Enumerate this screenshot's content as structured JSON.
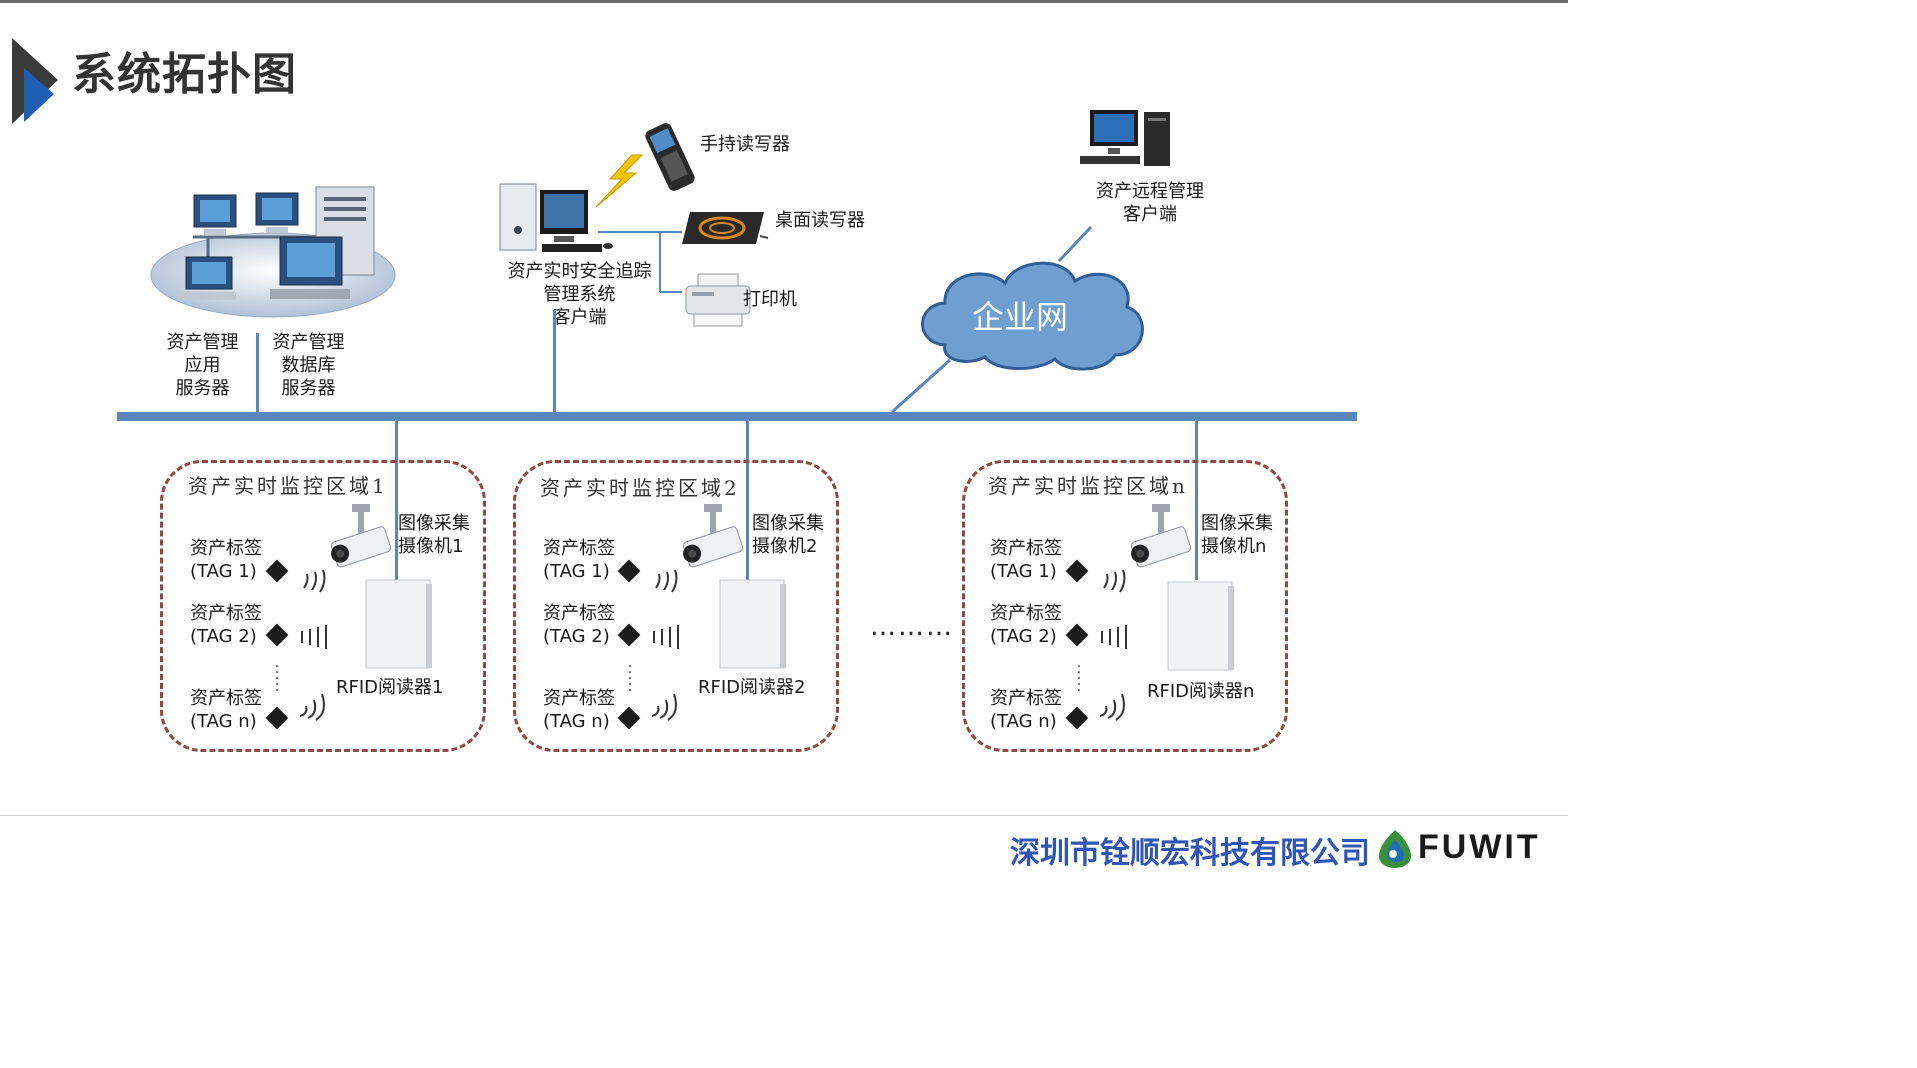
{
  "title": "系统拓扑图",
  "server": {
    "app_label": "资产管理\n应用\n服务器",
    "db_label": "资产管理\n数据库\n服务器"
  },
  "client": {
    "label": "资产实时安全追踪\n管理系统\n客户端"
  },
  "devices": {
    "handheld": "手持读写器",
    "desktop_reader": "桌面读写器",
    "printer": "打印机"
  },
  "remote": {
    "label": "资产远程管理\n客户端"
  },
  "cloud": {
    "label": "企业网"
  },
  "zones": [
    {
      "title": "资产实时监控区域1",
      "camera": "图像采集\n摄像机1",
      "reader": "RFID阅读器1",
      "tags": [
        {
          "name": "资产标签",
          "id": "(TAG 1)"
        },
        {
          "name": "资产标签",
          "id": "(TAG 2)"
        },
        {
          "name": "资产标签",
          "id": "(TAG n)"
        }
      ]
    },
    {
      "title": "资产实时监控区域2",
      "camera": "图像采集\n摄像机2",
      "reader": "RFID阅读器2",
      "tags": [
        {
          "name": "资产标签",
          "id": "(TAG 1)"
        },
        {
          "name": "资产标签",
          "id": "(TAG 2)"
        },
        {
          "name": "资产标签",
          "id": "(TAG n)"
        }
      ]
    },
    {
      "title": "资产实时监控区域n",
      "camera": "图像采集\n摄像机n",
      "reader": "RFID阅读器n",
      "tags": [
        {
          "name": "资产标签",
          "id": "(TAG 1)"
        },
        {
          "name": "资产标签",
          "id": "(TAG 2)"
        },
        {
          "name": "资产标签",
          "id": "(TAG n)"
        }
      ]
    }
  ],
  "ellipsis": "………",
  "footer": {
    "company": "深圳市铨顺宏科技有限公司",
    "brand": "FUWIT"
  },
  "colors": {
    "bus": "#5a87bb",
    "zone_border": "#8b4a43",
    "company_text": "#2f55b5",
    "cloud": "#6f9fd0"
  }
}
